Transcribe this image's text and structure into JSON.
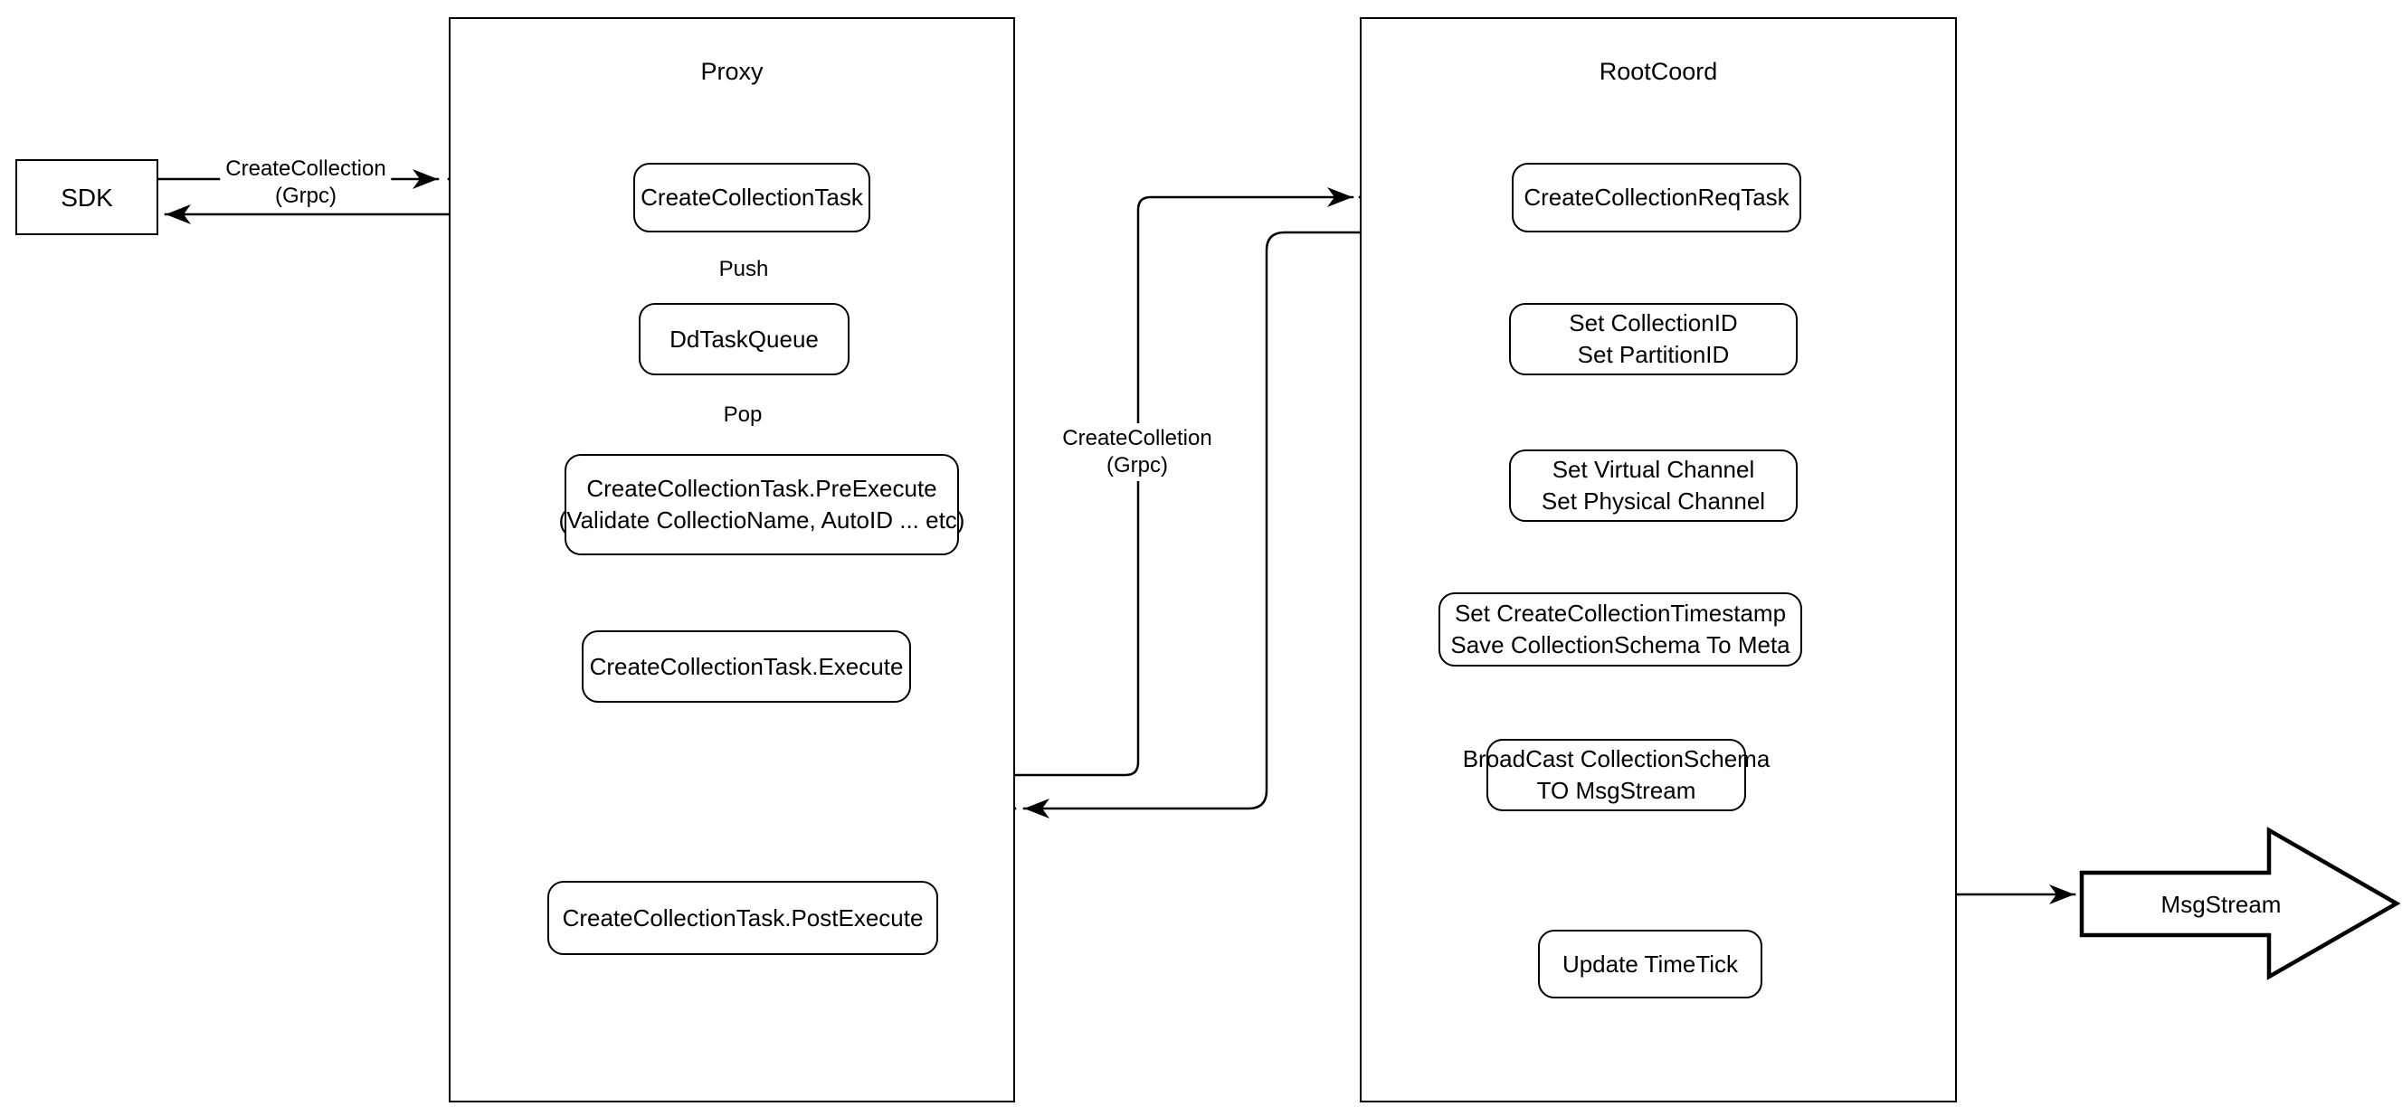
{
  "diagram": {
    "colors": {
      "background": "#ffffff",
      "line": "#000000",
      "node_fill": "#ffffff"
    },
    "containers": {
      "proxy": {
        "title": "Proxy"
      },
      "rootcoord": {
        "title": "RootCoord"
      }
    },
    "nodes": {
      "sdk": {
        "text": "SDK"
      },
      "createCollectionTask": {
        "text": "CreateCollectionTask"
      },
      "ddTaskQueue": {
        "text": "DdTaskQueue"
      },
      "preExecute": {
        "text": "CreateCollectionTask.PreExecute\n(Validate CollectioName, AutoID ... etc)"
      },
      "execute": {
        "text": "CreateCollectionTask.Execute"
      },
      "postExecute": {
        "text": "CreateCollectionTask.PostExecute"
      },
      "createCollectionReqTask": {
        "text": "CreateCollectionReqTask"
      },
      "setIds": {
        "text": "Set CollectionID\nSet PartitionID"
      },
      "setChannels": {
        "text": "Set Virtual Channel\nSet Physical Channel"
      },
      "setTimestamp": {
        "text": "Set CreateCollectionTimestamp\nSave CollectionSchema To Meta"
      },
      "broadcast": {
        "text": "BroadCast CollectionSchema\nTO MsgStream"
      },
      "updateTimeTick": {
        "text": "Update TimeTick"
      },
      "msgStream": {
        "text": "MsgStream"
      }
    },
    "edge_labels": {
      "grpc_left": {
        "text": "CreateCollection\n(Grpc)"
      },
      "push": {
        "text": "Push"
      },
      "pop": {
        "text": "Pop"
      },
      "grpc_mid": {
        "text": "CreateColletion\n(Grpc)"
      }
    }
  }
}
